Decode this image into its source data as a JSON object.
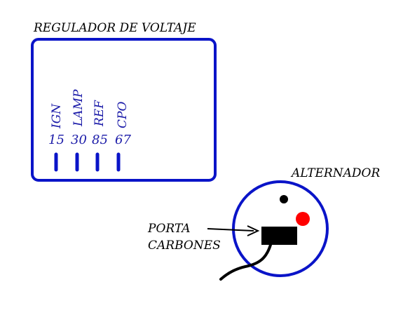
{
  "regulator": {
    "title": "REGULADOR DE VOLTAJE",
    "terminals": [
      {
        "label": "IGN",
        "number": "15"
      },
      {
        "label": "LAMP",
        "number": "30"
      },
      {
        "label": "REF",
        "number": "85"
      },
      {
        "label": "CPO",
        "number": "67"
      }
    ]
  },
  "alternator": {
    "title": "ALTERNADOR"
  },
  "brush_holder": {
    "line1": "PORTA",
    "line2": "CARBONES"
  },
  "colors": {
    "outline_blue": "#0a14c8",
    "text_blue": "#1a1aa8",
    "terminal_red": "#ff0000",
    "black": "#000000"
  }
}
